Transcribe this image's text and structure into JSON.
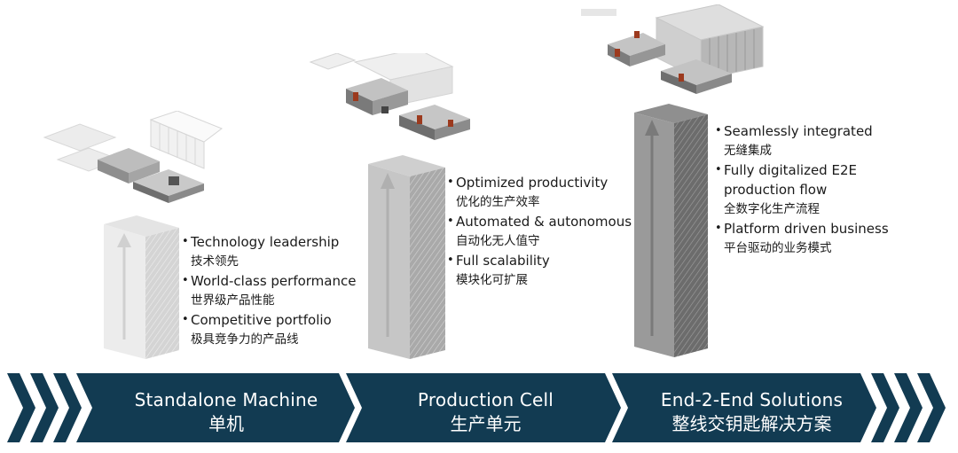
{
  "colors": {
    "band": "#123b52",
    "pillar_light": "#d9d9d9",
    "pillar_mid": "#b8b8b8",
    "pillar_dark": "#7f7f7f",
    "text": "#1a1a1a"
  },
  "stages": [
    {
      "name_en": "Standalone Machine",
      "name_zh": "单机",
      "bullets": [
        {
          "en": "Technology leadership",
          "zh": "技术领先"
        },
        {
          "en": "World-class performance",
          "zh": "世界级产品性能"
        },
        {
          "en": "Competitive portfolio",
          "zh": "极具竞争力的产品线"
        }
      ]
    },
    {
      "name_en": "Production Cell",
      "name_zh": "生产单元",
      "bullets": [
        {
          "en": "Optimized productivity",
          "zh": "优化的生产效率"
        },
        {
          "en": "Automated & autonomous",
          "zh": "自动化无人值守"
        },
        {
          "en": "Full scalability",
          "zh": "模块化可扩展"
        }
      ]
    },
    {
      "name_en": "End-2-End Solutions",
      "name_zh": "整线交钥匙解决方案",
      "bullets": [
        {
          "en": "Seamlessly integrated",
          "zh": "无缝集成"
        },
        {
          "en": "Fully digitalized E2E production flow",
          "zh": "全数字化生产流程"
        },
        {
          "en": "Platform driven business",
          "zh": "平台驱动的业务模式"
        }
      ]
    }
  ]
}
